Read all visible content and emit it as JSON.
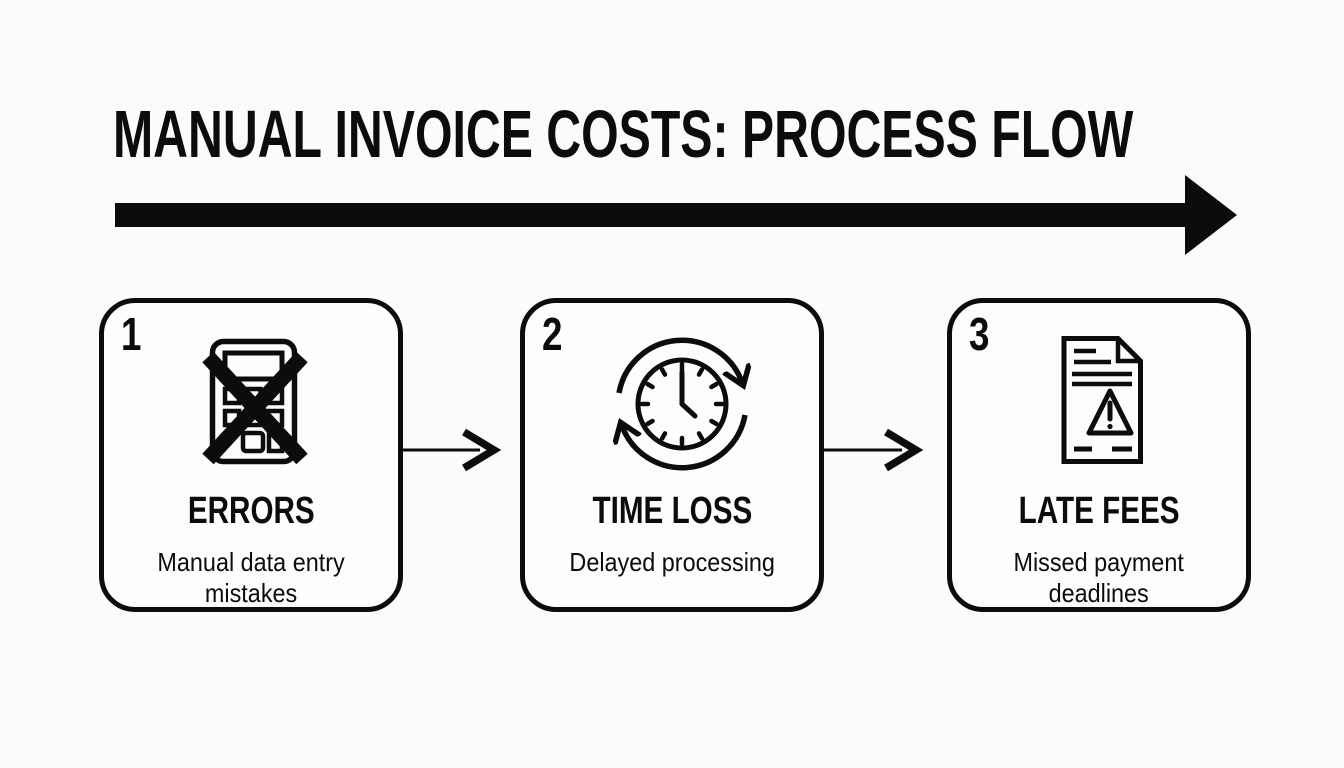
{
  "header": {
    "title": "MANUAL INVOICE COSTS: PROCESS FLOW"
  },
  "colors": {
    "ink": "#0c0c0c",
    "background": "#fbfbfa"
  },
  "flow": {
    "direction": "left-to-right",
    "main_arrow": "right-arrow",
    "steps": [
      {
        "number": "1",
        "icon": "crossed-out-calculator-icon",
        "title": "ERRORS",
        "subtitle": "Manual data entry mistakes",
        "subtitle_lines": [
          "Manual data entry",
          "mistakes"
        ]
      },
      {
        "number": "2",
        "icon": "recurring-clock-icon",
        "title": "TIME LOSS",
        "subtitle": "Delayed processing",
        "subtitle_lines": [
          "Delayed processing"
        ]
      },
      {
        "number": "3",
        "icon": "invoice-warning-icon",
        "title": "LATE FEES",
        "subtitle": "Missed payment deadlines",
        "subtitle_lines": [
          "Missed payment",
          "deadlines"
        ]
      }
    ]
  }
}
